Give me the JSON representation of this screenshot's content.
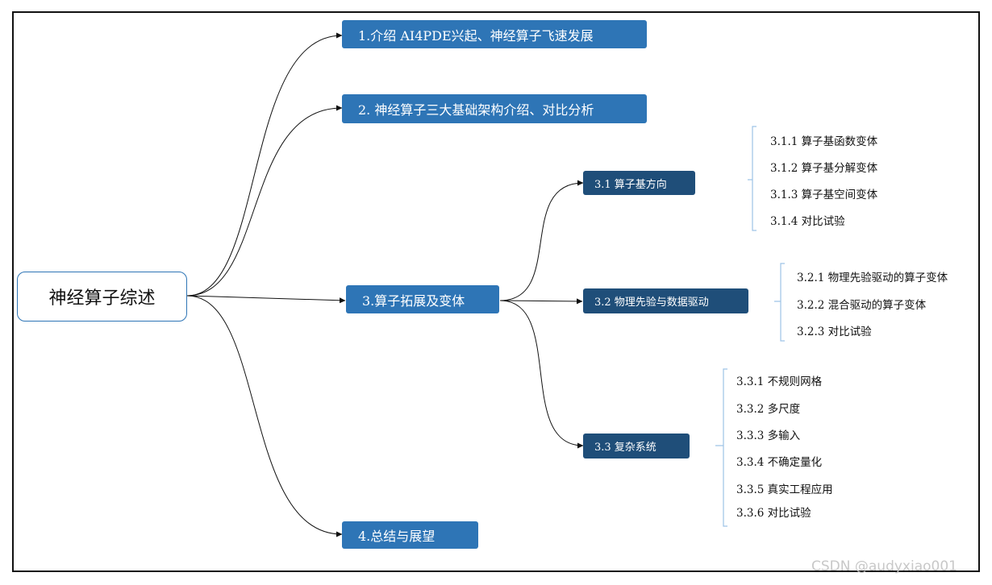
{
  "root": "神经算子综述",
  "branches": {
    "b1": "1.介绍  AI4PDE兴起、神经算子飞速发展",
    "b2": "2. 神经算子三大基础架构介绍、对比分析",
    "b3": "3.算子拓展及变体",
    "b4": "4.总结与展望"
  },
  "sub": {
    "s31": "3.1 算子基方向",
    "s32": "3.2 物理先验与数据驱动",
    "s33": "3.3 复杂系统"
  },
  "leaves": {
    "l311": "3.1.1 算子基函数变体",
    "l312": "3.1.2 算子基分解变体",
    "l313": "3.1.3 算子基空间变体",
    "l314": "3.1.4 对比试验",
    "l321": "3.2.1 物理先验驱动的算子变体",
    "l322": "3.2.2 混合驱动的算子变体",
    "l323": "3.2.3 对比试验",
    "l331": "3.3.1 不规则网格",
    "l332": "3.3.2 多尺度",
    "l333": "3.3.3 多输入",
    "l334": "3.3.4 不确定量化",
    "l335": "3.3.5 真实工程应用",
    "l336": "3.3.6 对比试验"
  },
  "watermark": "CSDN @audyxiao001",
  "colors": {
    "branch": "#2e75b6",
    "sub": "#1f4e79",
    "bracket": "#9dc3e6",
    "line": "#111111"
  }
}
